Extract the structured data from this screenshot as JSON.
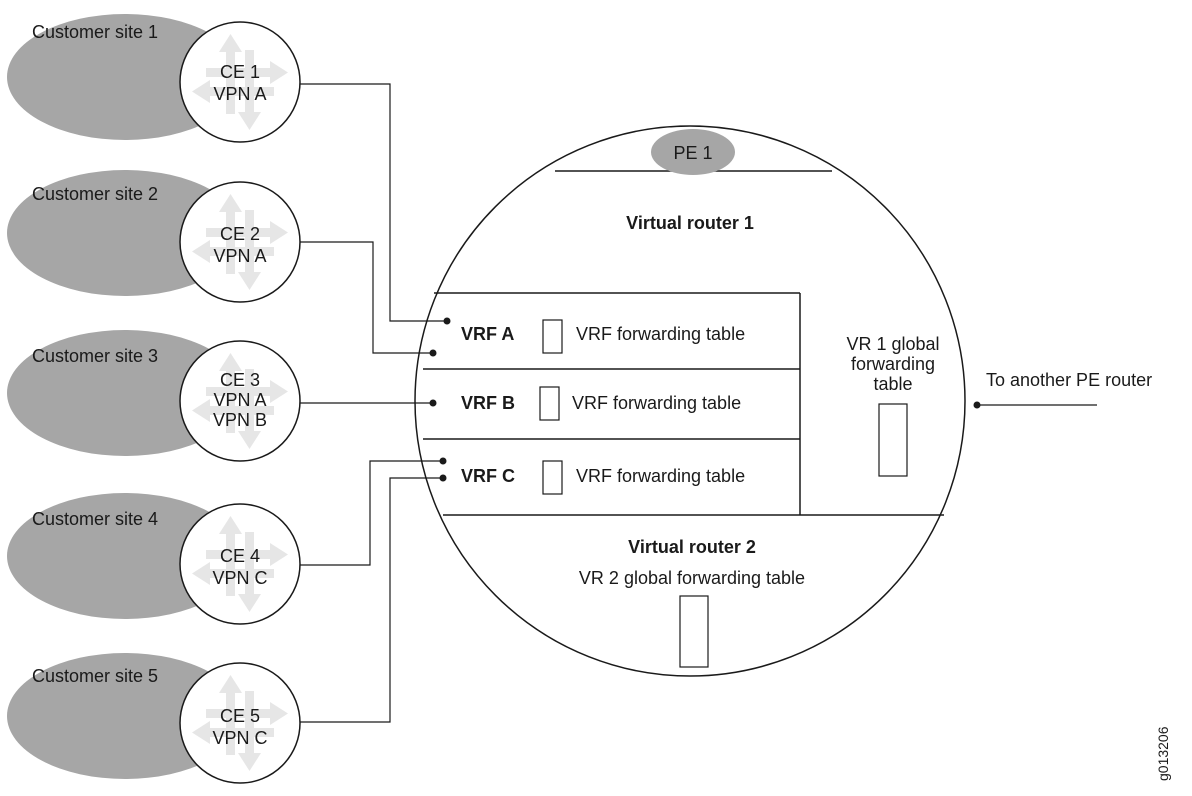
{
  "sites": [
    {
      "site_label": "Customer site 1",
      "ce": "CE 1",
      "vpns": [
        "VPN A"
      ]
    },
    {
      "site_label": "Customer site 2",
      "ce": "CE 2",
      "vpns": [
        "VPN A"
      ]
    },
    {
      "site_label": "Customer site 3",
      "ce": "CE 3",
      "vpns": [
        "VPN A",
        "VPN B"
      ]
    },
    {
      "site_label": "Customer site 4",
      "ce": "CE 4",
      "vpns": [
        "VPN C"
      ]
    },
    {
      "site_label": "Customer site 5",
      "ce": "CE 5",
      "vpns": [
        "VPN C"
      ]
    }
  ],
  "pe": {
    "label": "PE 1",
    "vr1_title": "Virtual router 1",
    "vr2_title": "Virtual router 2",
    "vr1_global_table": [
      "VR 1 global",
      "forwarding",
      "table"
    ],
    "vr2_global_table": "VR 2 global forwarding table",
    "vrfs": [
      {
        "name": "VRF A",
        "table": "VRF forwarding table"
      },
      {
        "name": "VRF B",
        "table": "VRF forwarding table"
      },
      {
        "name": "VRF C",
        "table": "VRF forwarding table"
      }
    ]
  },
  "uplink_label": "To another PE router",
  "figure_id": "g013206",
  "colors": {
    "ellipse_fill": "#a6a6a6",
    "arrow_fill": "#e6e6e6",
    "line": "#1a1a1a"
  }
}
